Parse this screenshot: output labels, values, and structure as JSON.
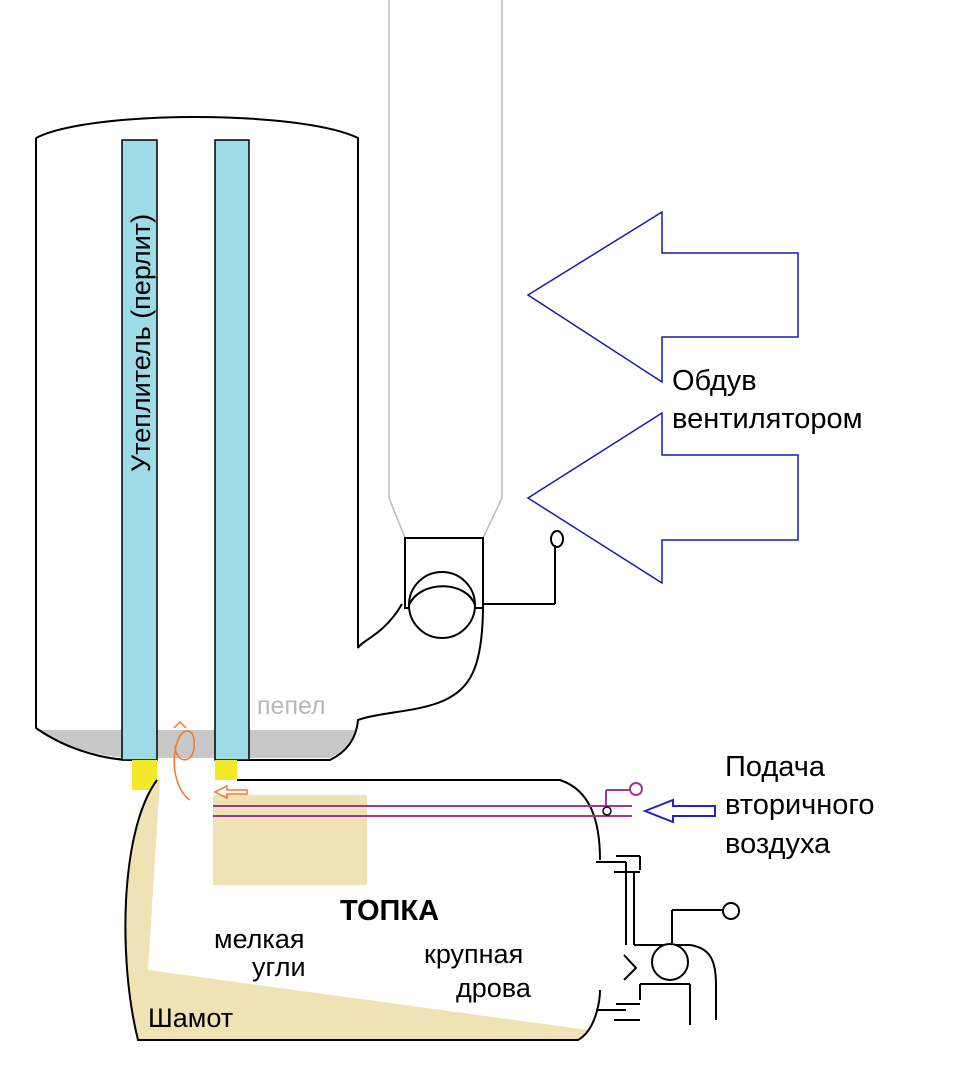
{
  "labels": {
    "insulation": "Утеплитель (перлит)",
    "ash": "пепел",
    "fan_blow_line1": "Обдув",
    "fan_blow_line2": "вентилятором",
    "secondary_air_line1": "Подача",
    "secondary_air_line2": "вторичного",
    "secondary_air_line3": "воздуха",
    "firebox": "ТОПКА",
    "small_line1": "мелкая",
    "small_line2": "угли",
    "large_line1": "крупная",
    "large_line2": "дрова",
    "chamotte": "Шамот"
  },
  "colors": {
    "insulation": "#9ddbe7",
    "ash": "#c8c8c8",
    "chamotte": "#efe2b4",
    "yellow_ring": "#f4e928",
    "fan_arrow": "#1a1aa8",
    "secondary_air_arrow": "#2222c8",
    "air_pipe": "#9b3a9b",
    "flame_arrow": "#ee7a2a",
    "ash_text": "#b8b8b8",
    "outline": "#000000",
    "chimney": "#bbbbbb"
  }
}
